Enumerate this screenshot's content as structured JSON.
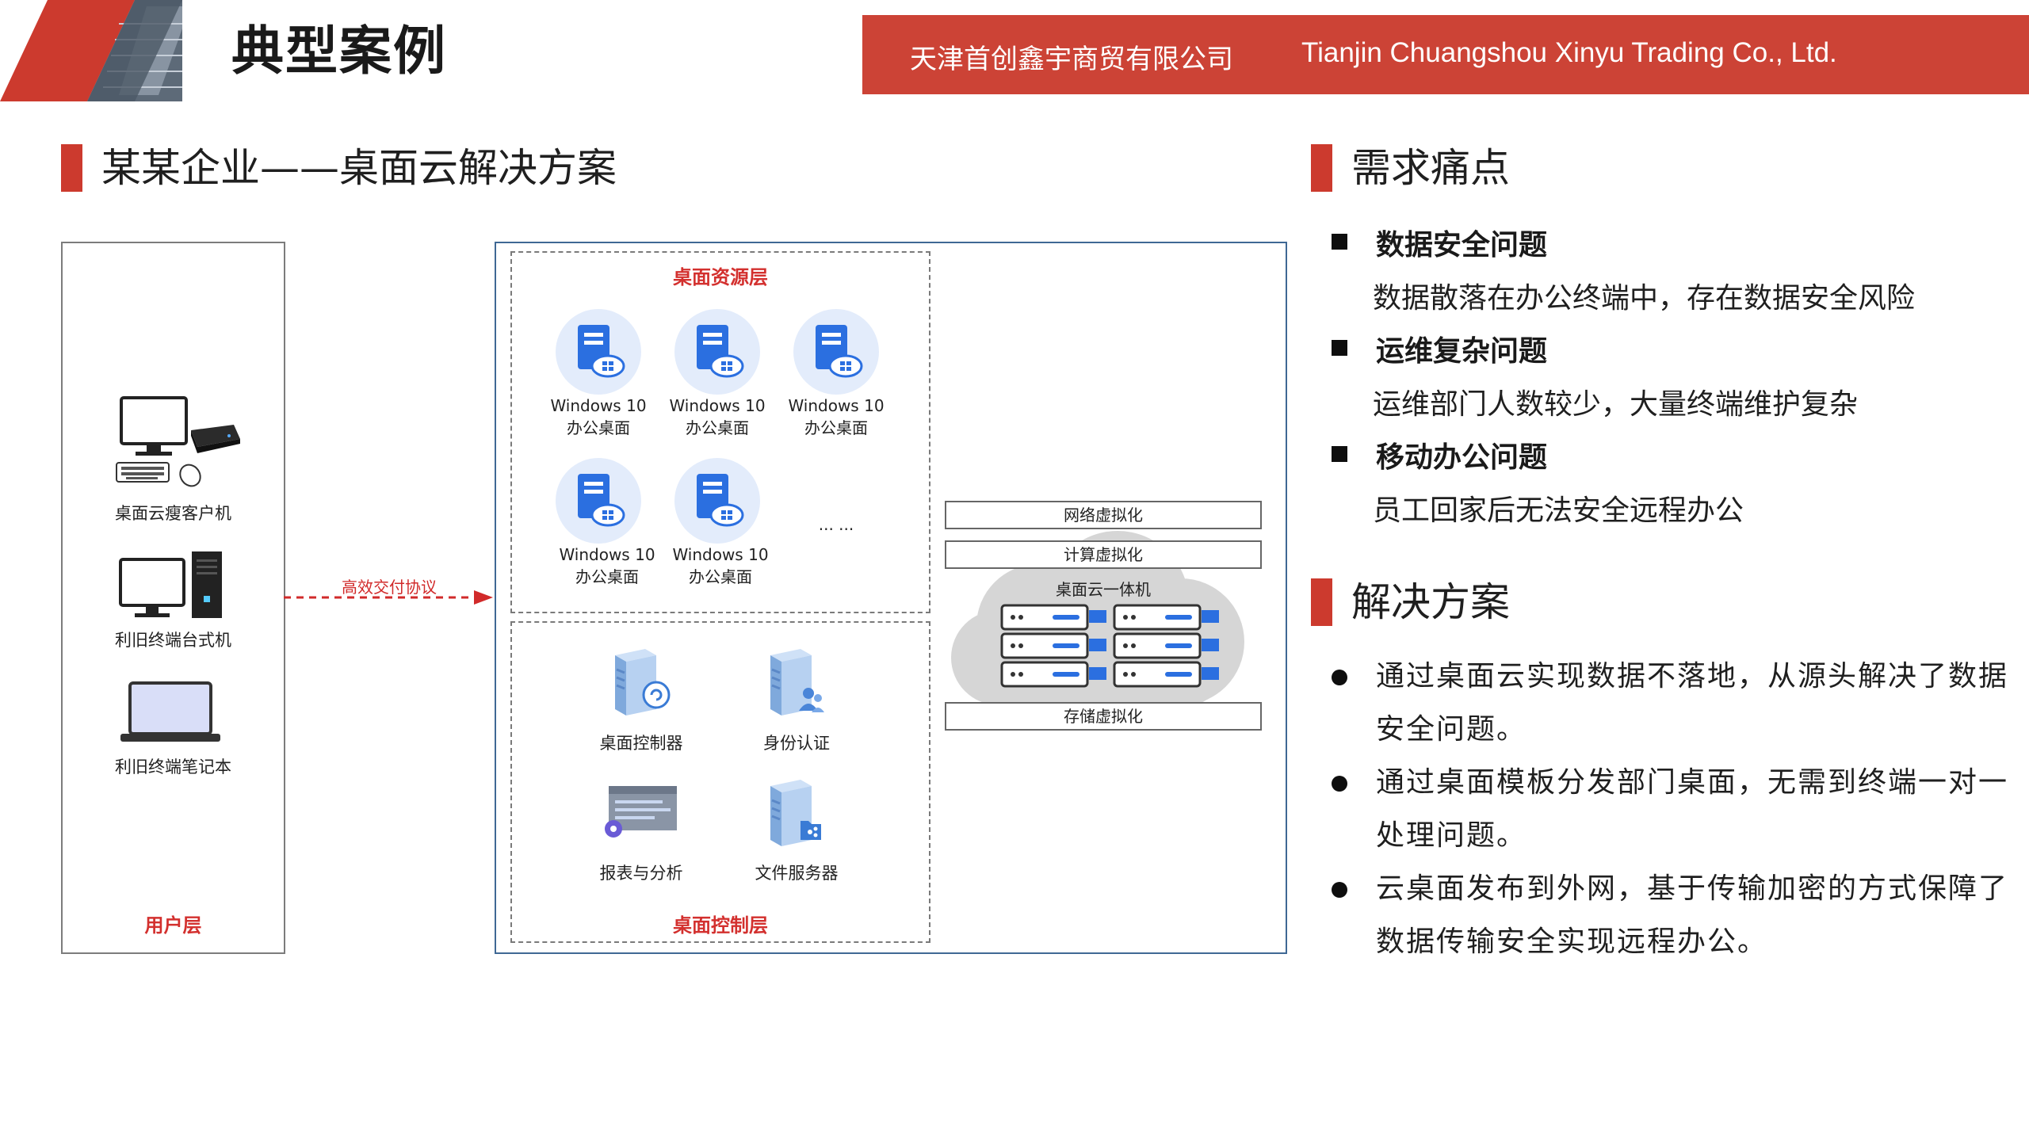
{
  "header": {
    "title": "典型案例",
    "company_cn": "天津首创鑫宇商贸有限公司",
    "company_en": "Tianjin Chuangshou Xinyu Trading Co., Ltd.",
    "accent": "#cc4336"
  },
  "left_section": {
    "title": "某某企业——桌面云解决方案"
  },
  "diagram": {
    "user_layer": {
      "label": "用户层",
      "devices": [
        {
          "icon": "thin-client-icon",
          "label": "桌面云瘦客户机"
        },
        {
          "icon": "desktop-pc-icon",
          "label": "利旧终端台式机"
        },
        {
          "icon": "laptop-icon",
          "label": "利旧终端笔记本"
        }
      ]
    },
    "protocol_label": "高效交付协议",
    "resource_layer": {
      "label": "桌面资源层",
      "desktops": [
        {
          "name": "Windows 10",
          "sub": "办公桌面"
        },
        {
          "name": "Windows 10",
          "sub": "办公桌面"
        },
        {
          "name": "Windows 10",
          "sub": "办公桌面"
        },
        {
          "name": "Windows 10",
          "sub": "办公桌面"
        },
        {
          "name": "Windows 10",
          "sub": "办公桌面"
        }
      ],
      "more": "... ..."
    },
    "control_layer": {
      "label": "桌面控制层",
      "items": [
        {
          "icon": "controller-server-icon",
          "label": "桌面控制器"
        },
        {
          "icon": "auth-server-icon",
          "label": "身份认证"
        },
        {
          "icon": "report-icon",
          "label": "报表与分析"
        },
        {
          "icon": "file-server-icon",
          "label": "文件服务器"
        }
      ]
    },
    "cloud": {
      "network": "网络虚拟化",
      "compute": "计算虚拟化",
      "appliance": "桌面云一体机",
      "storage": "存储虚拟化"
    }
  },
  "pain_points": {
    "title": "需求痛点",
    "items": [
      {
        "title": "数据安全问题",
        "desc": "数据散落在办公终端中，存在数据安全风险"
      },
      {
        "title": "运维复杂问题",
        "desc": "运维部门人数较少，大量终端维护复杂"
      },
      {
        "title": "移动办公问题",
        "desc": "员工回家后无法安全远程办公"
      }
    ]
  },
  "solutions": {
    "title": "解决方案",
    "items": [
      "通过桌面云实现数据不落地，从源头解决了数据安全问题。",
      "通过桌面模板分发部门桌面，无需到终端一对一处理问题。",
      "云桌面发布到外网，基于传输加密的方式保障了数据传输安全实现远程办公。"
    ]
  }
}
